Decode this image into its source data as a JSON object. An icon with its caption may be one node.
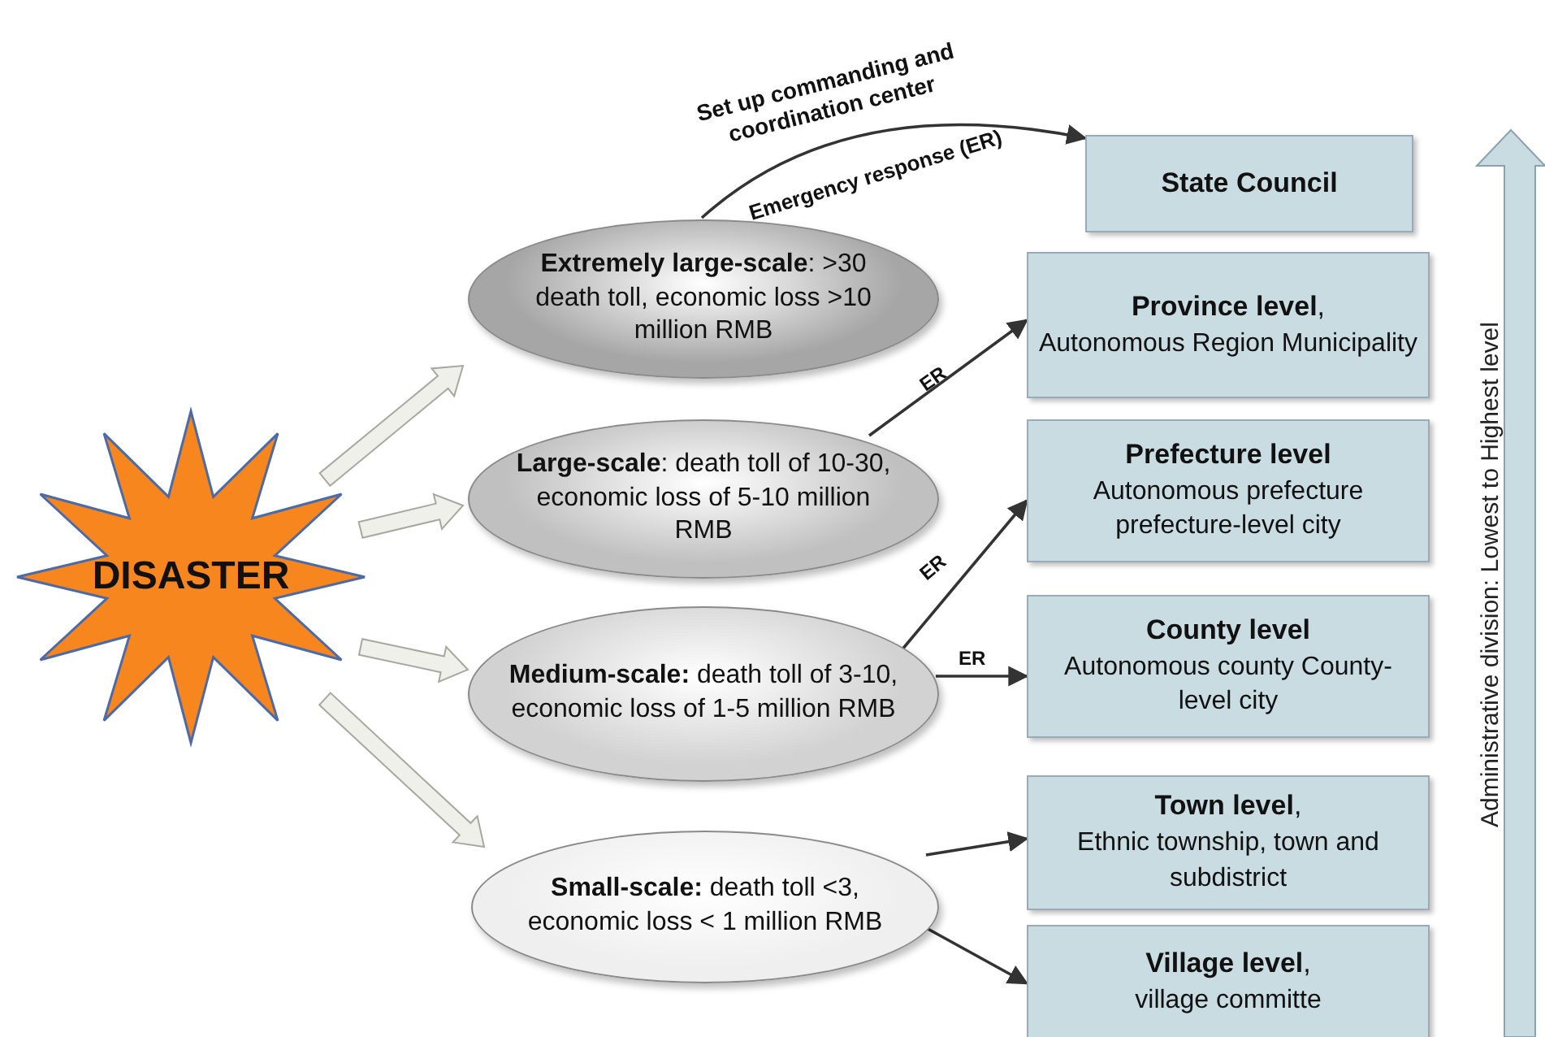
{
  "diagram": {
    "nodes": [
      {
        "text": [
          "DISASTER"
        ]
      },
      {
        "text": [
          "**Extremely large-scale**: >30 death toll, economic loss >10 million RMB"
        ]
      },
      {
        "text": [
          "**Large-scale**: death toll of 10-30, economic loss of 5-10 million RMB"
        ]
      },
      {
        "text": [
          "**Medium-scale:** death toll of 3-10, economic loss of 1-5 million RMB"
        ]
      },
      {
        "text": [
          "**Small-scale:** death toll <3, economic loss < 1 million RMB"
        ]
      },
      {
        "text": [
          "State Council"
        ]
      },
      {
        "text": [
          "**Province level**,",
          "Autonomous Region Municipality"
        ]
      },
      {
        "text": [
          "Prefecture level",
          "Autonomous prefecture prefecture-level city"
        ]
      },
      {
        "text": [
          "County level",
          "Autonomous county County-level city"
        ]
      },
      {
        "text": [
          "**Town level**,",
          "Ethnic township, town and subdistrict"
        ]
      },
      {
        "text": [
          "**Village level**,",
          "village committe"
        ]
      }
    ],
    "edges": [
      {
        "from": 0,
        "to": 1,
        "arrow": "to",
        "style": "thick",
        "color": "#f0f0ea"
      },
      {
        "from": 0,
        "to": 2,
        "arrow": "to",
        "style": "thick",
        "color": "#f0f0ea"
      },
      {
        "from": 0,
        "to": 3,
        "arrow": "to",
        "style": "thick",
        "color": "#f0f0ea"
      },
      {
        "from": 0,
        "to": 4,
        "arrow": "to",
        "style": "thick",
        "color": "#f0f0ea"
      },
      {
        "from": 1,
        "to": 5,
        "arrow": "to",
        "label": "Emergency response (ER)"
      },
      {
        "from": 2,
        "to": 6,
        "arrow": "to",
        "label": "ER"
      },
      {
        "from": 3,
        "to": 7,
        "arrow": "to",
        "label": "ER"
      },
      {
        "from": 3,
        "to": 8,
        "arrow": "to",
        "label": "ER"
      },
      {
        "from": 4,
        "to": 9,
        "arrow": "to"
      },
      {
        "from": 4,
        "to": 10,
        "arrow": "to"
      }
    ],
    "labels": [
      "Set up commanding and coordination center",
      "Administrative division: Lowest to Highest level"
    ]
  }
}
